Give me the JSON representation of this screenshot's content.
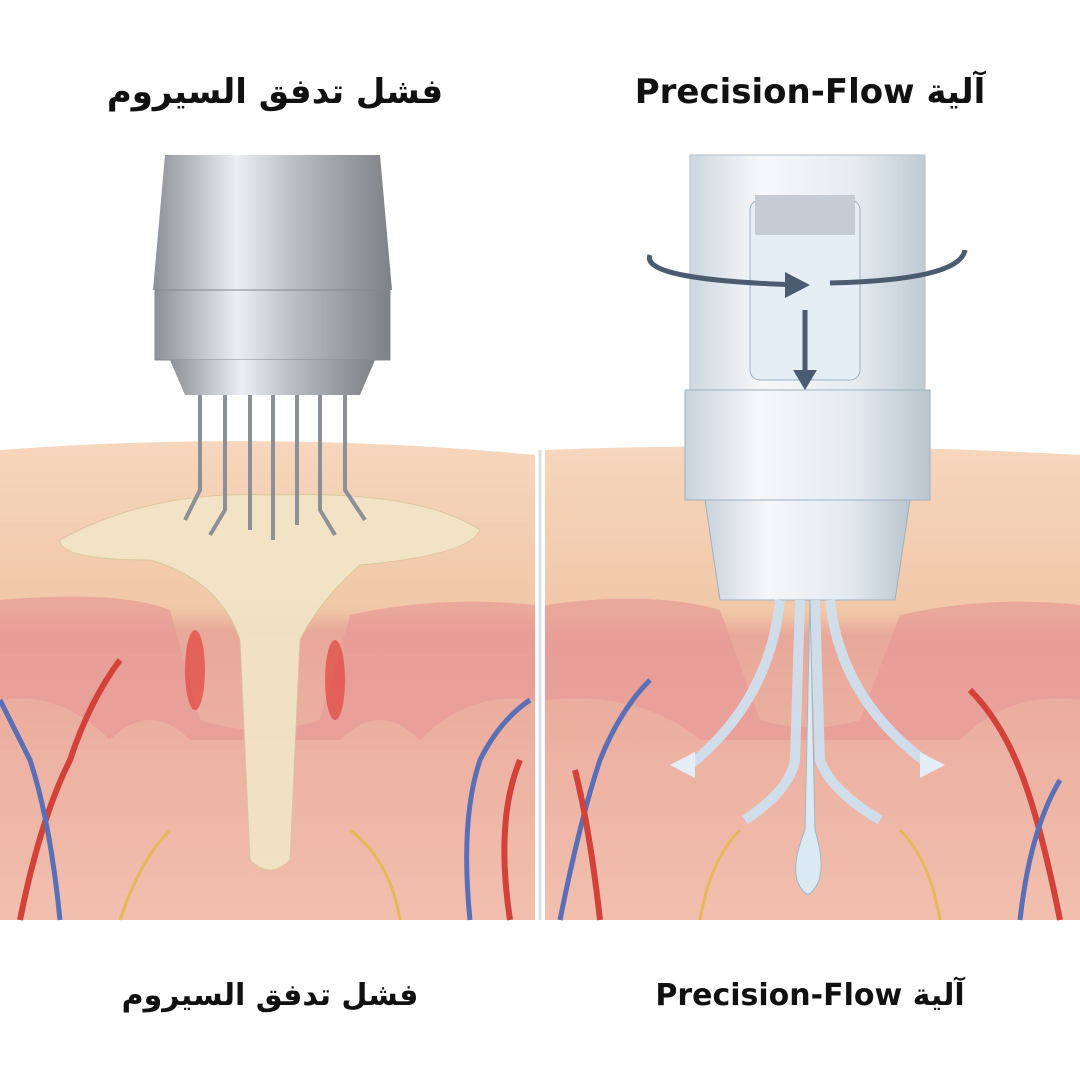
{
  "panels": {
    "left": {
      "title": "فشل تدفق السيروم",
      "caption": "فشل تدفق السيروم"
    },
    "right": {
      "title": "آلية Precision-Flow",
      "caption": "آلية Precision-Flow"
    }
  },
  "colors": {
    "epidermis": "#f3cdb0",
    "dermis": "#f0b5a8",
    "artery": "#d2413a",
    "vein": "#5a6fb5",
    "serum_left": "#f2e6c8",
    "serum_right": "#dbe9f3",
    "metal": "#b8bcc2"
  }
}
